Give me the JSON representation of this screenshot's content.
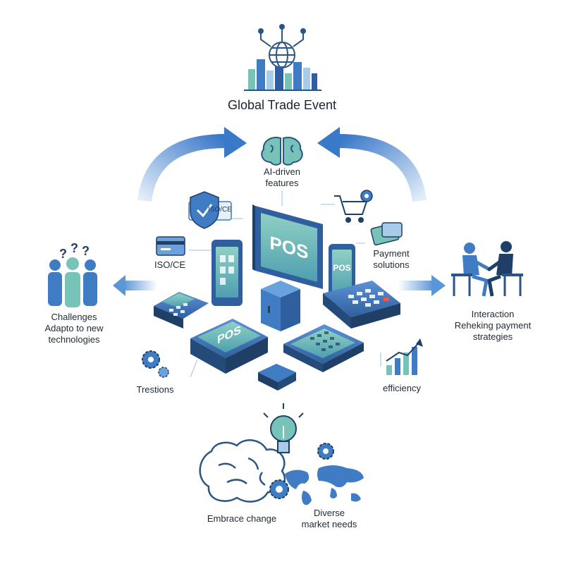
{
  "title": "Global Trade Event",
  "labels": {
    "ai": [
      "AI-driven",
      "features"
    ],
    "iso_left": "ISO/CE",
    "iso_shield": "ISO/CE",
    "payment": [
      "Payment",
      "solutions"
    ],
    "challenges": [
      "Challenges",
      "Adapto to new",
      "technologies"
    ],
    "interaction": [
      "Interaction",
      "Reheking payment",
      "strategies"
    ],
    "trestions": "Trestions",
    "efficiency": "efficiency",
    "embrace": "Embrace change",
    "diverse": [
      "Diverse",
      "market needs"
    ],
    "pos_monitor": "POS",
    "pos_phone": "POS",
    "pos_base": "POS"
  },
  "colors": {
    "primary": "#3f7cc4",
    "dark": "#1f3f66",
    "teal": "#78c3b8",
    "light": "#a9cbea",
    "arrow": "#5b96d6"
  },
  "icons": [
    "city-globe-icon",
    "brain-icon",
    "shield-check-icon",
    "card-icon",
    "cart-icon",
    "gear-icon",
    "people-question-icon",
    "handshake-meeting-icon",
    "growth-chart-icon",
    "lightbulb-icon",
    "world-map-icon"
  ]
}
